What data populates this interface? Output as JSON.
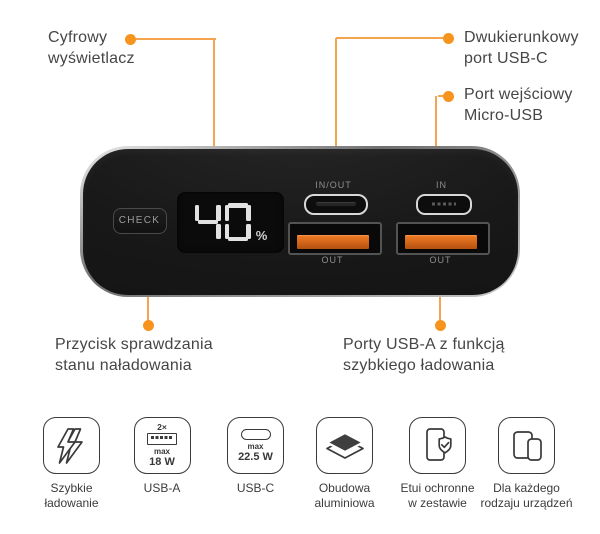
{
  "callouts": {
    "display": {
      "line1": "Cyfrowy",
      "line2": "wyświetlacz"
    },
    "usbc": {
      "line1": "Dwukierunkowy",
      "line2": "port USB-C"
    },
    "micro": {
      "line1": "Port wejściowy",
      "line2": "Micro-USB"
    },
    "check": {
      "line1": "Przycisk sprawdzania",
      "line2": "stanu naładowania"
    },
    "usba": {
      "line1": "Porty USB-A z funkcją",
      "line2": "szybkiego ładowania"
    }
  },
  "device": {
    "check_button": "CHECK",
    "display_value": "40",
    "display_unit": "%",
    "ports": {
      "usbc_label": "IN/OUT",
      "micro_label": "IN",
      "usba_left_label": "OUT",
      "usba_right_label": "OUT"
    }
  },
  "features": [
    {
      "icon": "fast-charging-icon",
      "line1": "Szybkie",
      "line2": "ładowanie"
    },
    {
      "icon": "usb-a-icon",
      "line1": "USB-A",
      "line2": "",
      "multiplier": "2×",
      "max_label": "max",
      "power": "18 W"
    },
    {
      "icon": "usb-c-icon",
      "line1": "USB-C",
      "line2": "",
      "max_label": "max",
      "power": "22.5 W"
    },
    {
      "icon": "aluminium-icon",
      "line1": "Obudowa",
      "line2": "aluminiowa"
    },
    {
      "icon": "case-icon",
      "line1": "Etui ochronne",
      "line2": "w zestawie"
    },
    {
      "icon": "devices-icon",
      "line1": "Dla każdego",
      "line2": "rodzaju urządzeń"
    }
  ],
  "colors": {
    "accent_dot": "#F7941D",
    "accent_line": "#F6A350",
    "label_text": "#464646",
    "device_body": "#191919",
    "usb_tongue": "#D2590F"
  }
}
